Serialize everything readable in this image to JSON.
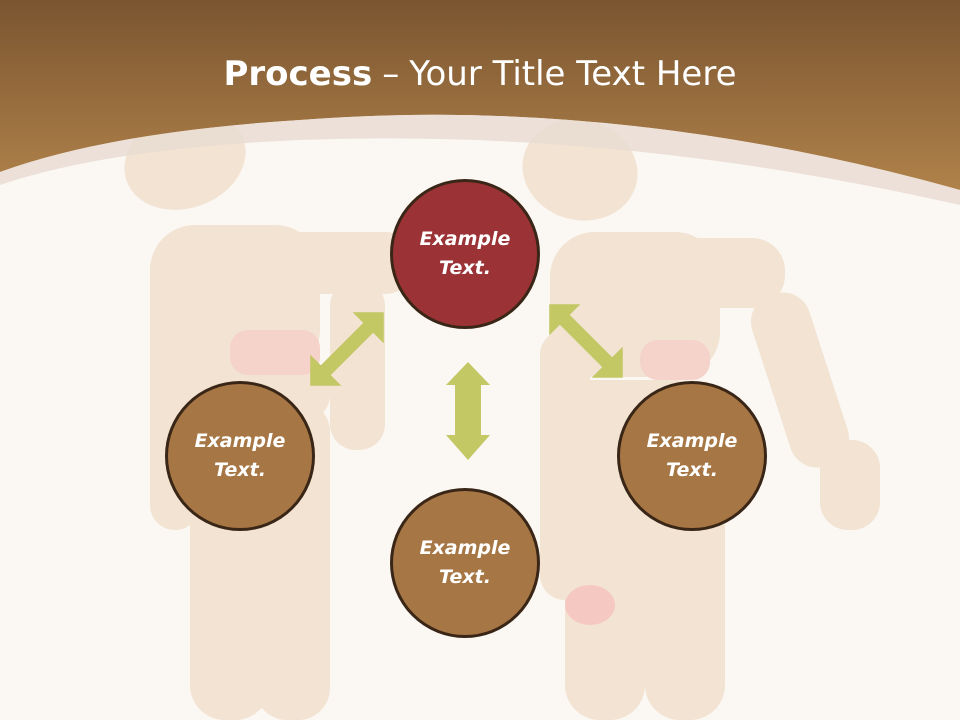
{
  "slide": {
    "title_bold": "Process",
    "title_sep": "–",
    "title_rest": "Your Title Text Here"
  },
  "nodes": {
    "top": "Example\nText.",
    "left": "Example\nText.",
    "right": "Example\nText.",
    "bottom": "Example\nText."
  },
  "colors": {
    "header": "#9c6e3c",
    "node_top": "#9b3236",
    "node_other": "#a77645",
    "arrow": "#c3c764",
    "background": "#fbf7f3"
  },
  "icons": {
    "arrows": "double-headed-arrow",
    "background_image": "wooden-mannequin-figures"
  }
}
